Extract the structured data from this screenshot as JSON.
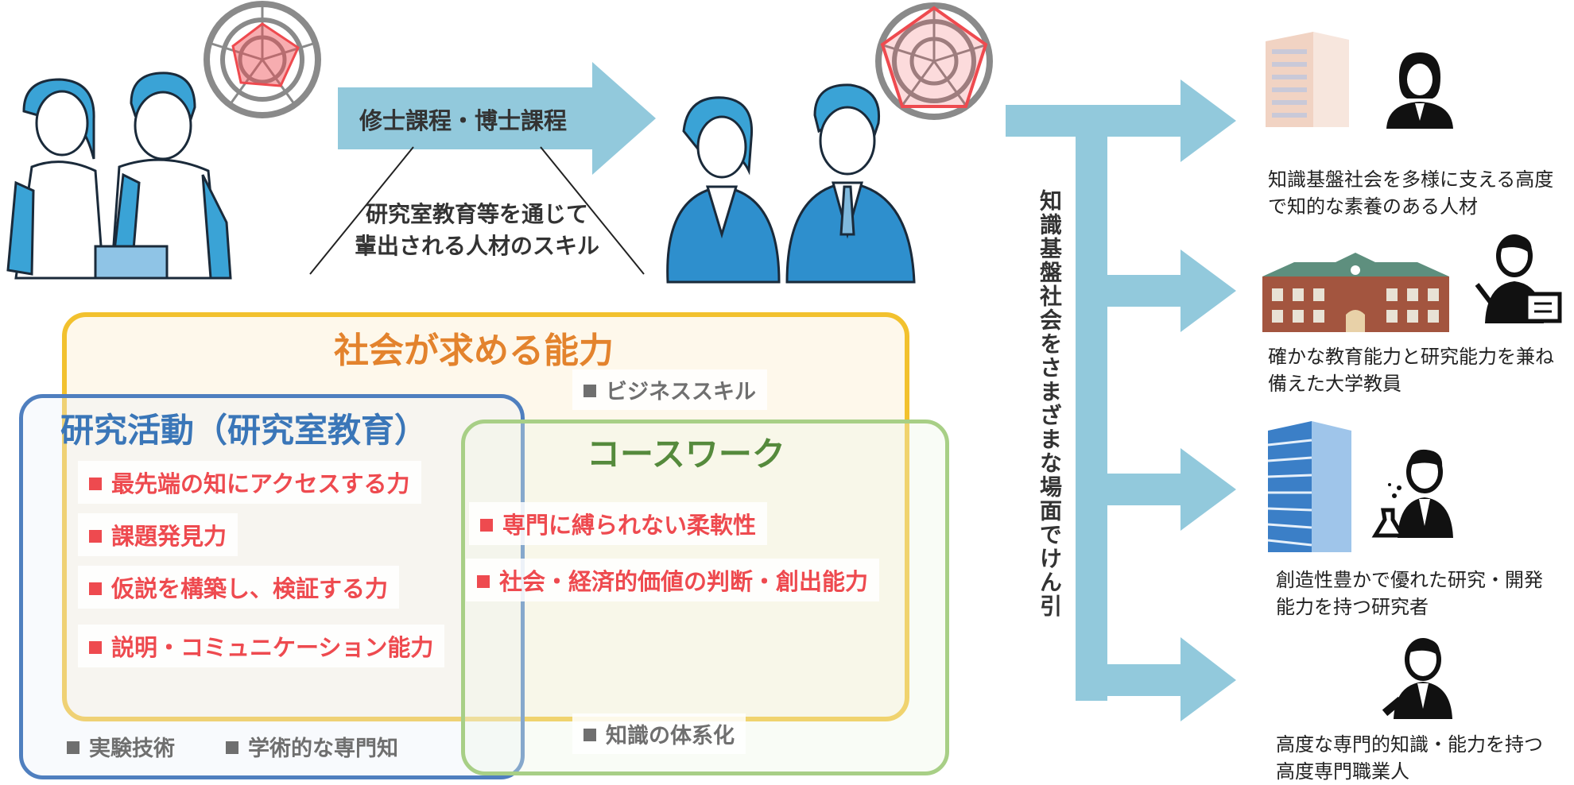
{
  "arrow": {
    "label": "修士課程・博士課程",
    "sub_label_line1": "研究室教育等を通じて",
    "sub_label_line2": "輩出される人材のスキル"
  },
  "venn": {
    "society": {
      "title": "社会が求める能力",
      "items": [
        "ビジネススキル"
      ]
    },
    "research": {
      "title": "研究活動（研究室教育）",
      "items": [
        "最先端の知にアクセスする力",
        "課題発見力",
        "仮説を構築し、検証する力",
        "説明・コミュニケーション能力"
      ],
      "gray_items": [
        "実験技術",
        "学術的な専門知"
      ]
    },
    "coursework": {
      "title": "コースワーク",
      "items": [
        "専門に縛られない柔軟性",
        "社会・経済的価値の判断・創出能力"
      ],
      "gray_items": [
        "知識の体系化"
      ]
    }
  },
  "trunk_label": "知識基盤社会をさまざまな場面でけん引",
  "outcomes": [
    {
      "line1": "知識基盤社会を多様に支える高度",
      "line2": "で知的な素養のある人材",
      "icon": "office-building-person-icon"
    },
    {
      "line1": "確かな教育能力と研究能力を兼ね",
      "line2": "備えた大学教員",
      "icon": "university-teacher-icon"
    },
    {
      "line1": "創造性豊かで優れた研究・開発",
      "line2": "能力を持つ研究者",
      "icon": "skyscraper-scientist-icon"
    },
    {
      "line1": "高度な専門的知識・能力を持つ",
      "line2": "高度専門職業人",
      "icon": "professional-icon"
    }
  ],
  "colors": {
    "arrow": "#92c9dc",
    "society_border": "#f2c12e",
    "research_border": "#4f7fbf",
    "course_border": "#a8cf86",
    "skill_red": "#ee4a4f"
  }
}
